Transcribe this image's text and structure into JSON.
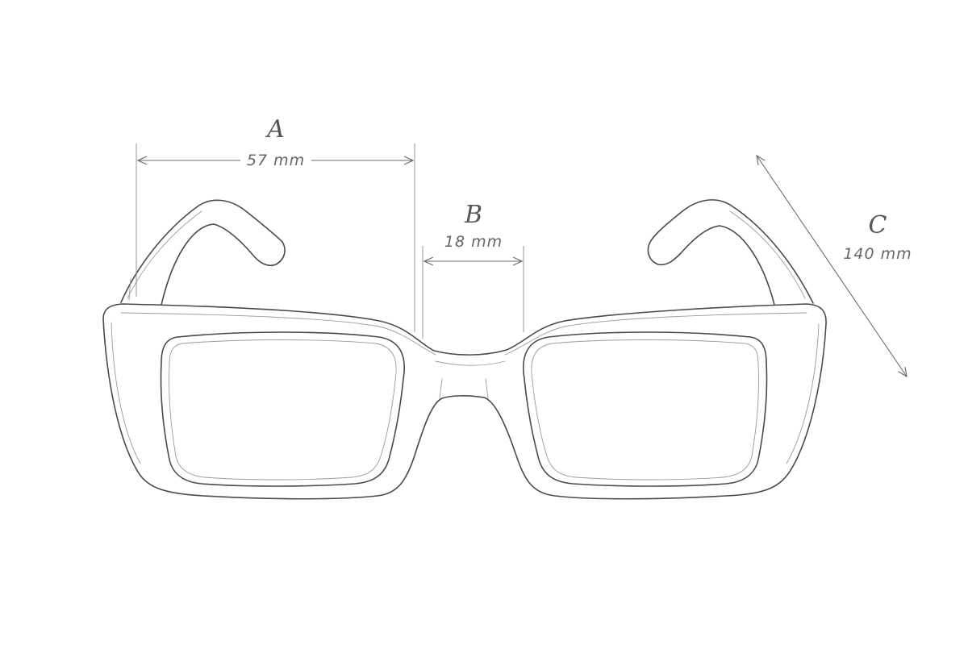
{
  "diagram": {
    "subject": "eyeglasses-frame-sketch",
    "dimensions": [
      {
        "id": "A",
        "letter": "A",
        "value": "57 mm"
      },
      {
        "id": "B",
        "letter": "B",
        "value": "18 mm"
      },
      {
        "id": "C",
        "letter": "C",
        "value": "140 mm"
      }
    ]
  },
  "colors": {
    "line": "#4a4a4a",
    "dimension": "#6e6e6e",
    "text": "#555555",
    "background": "#ffffff"
  }
}
